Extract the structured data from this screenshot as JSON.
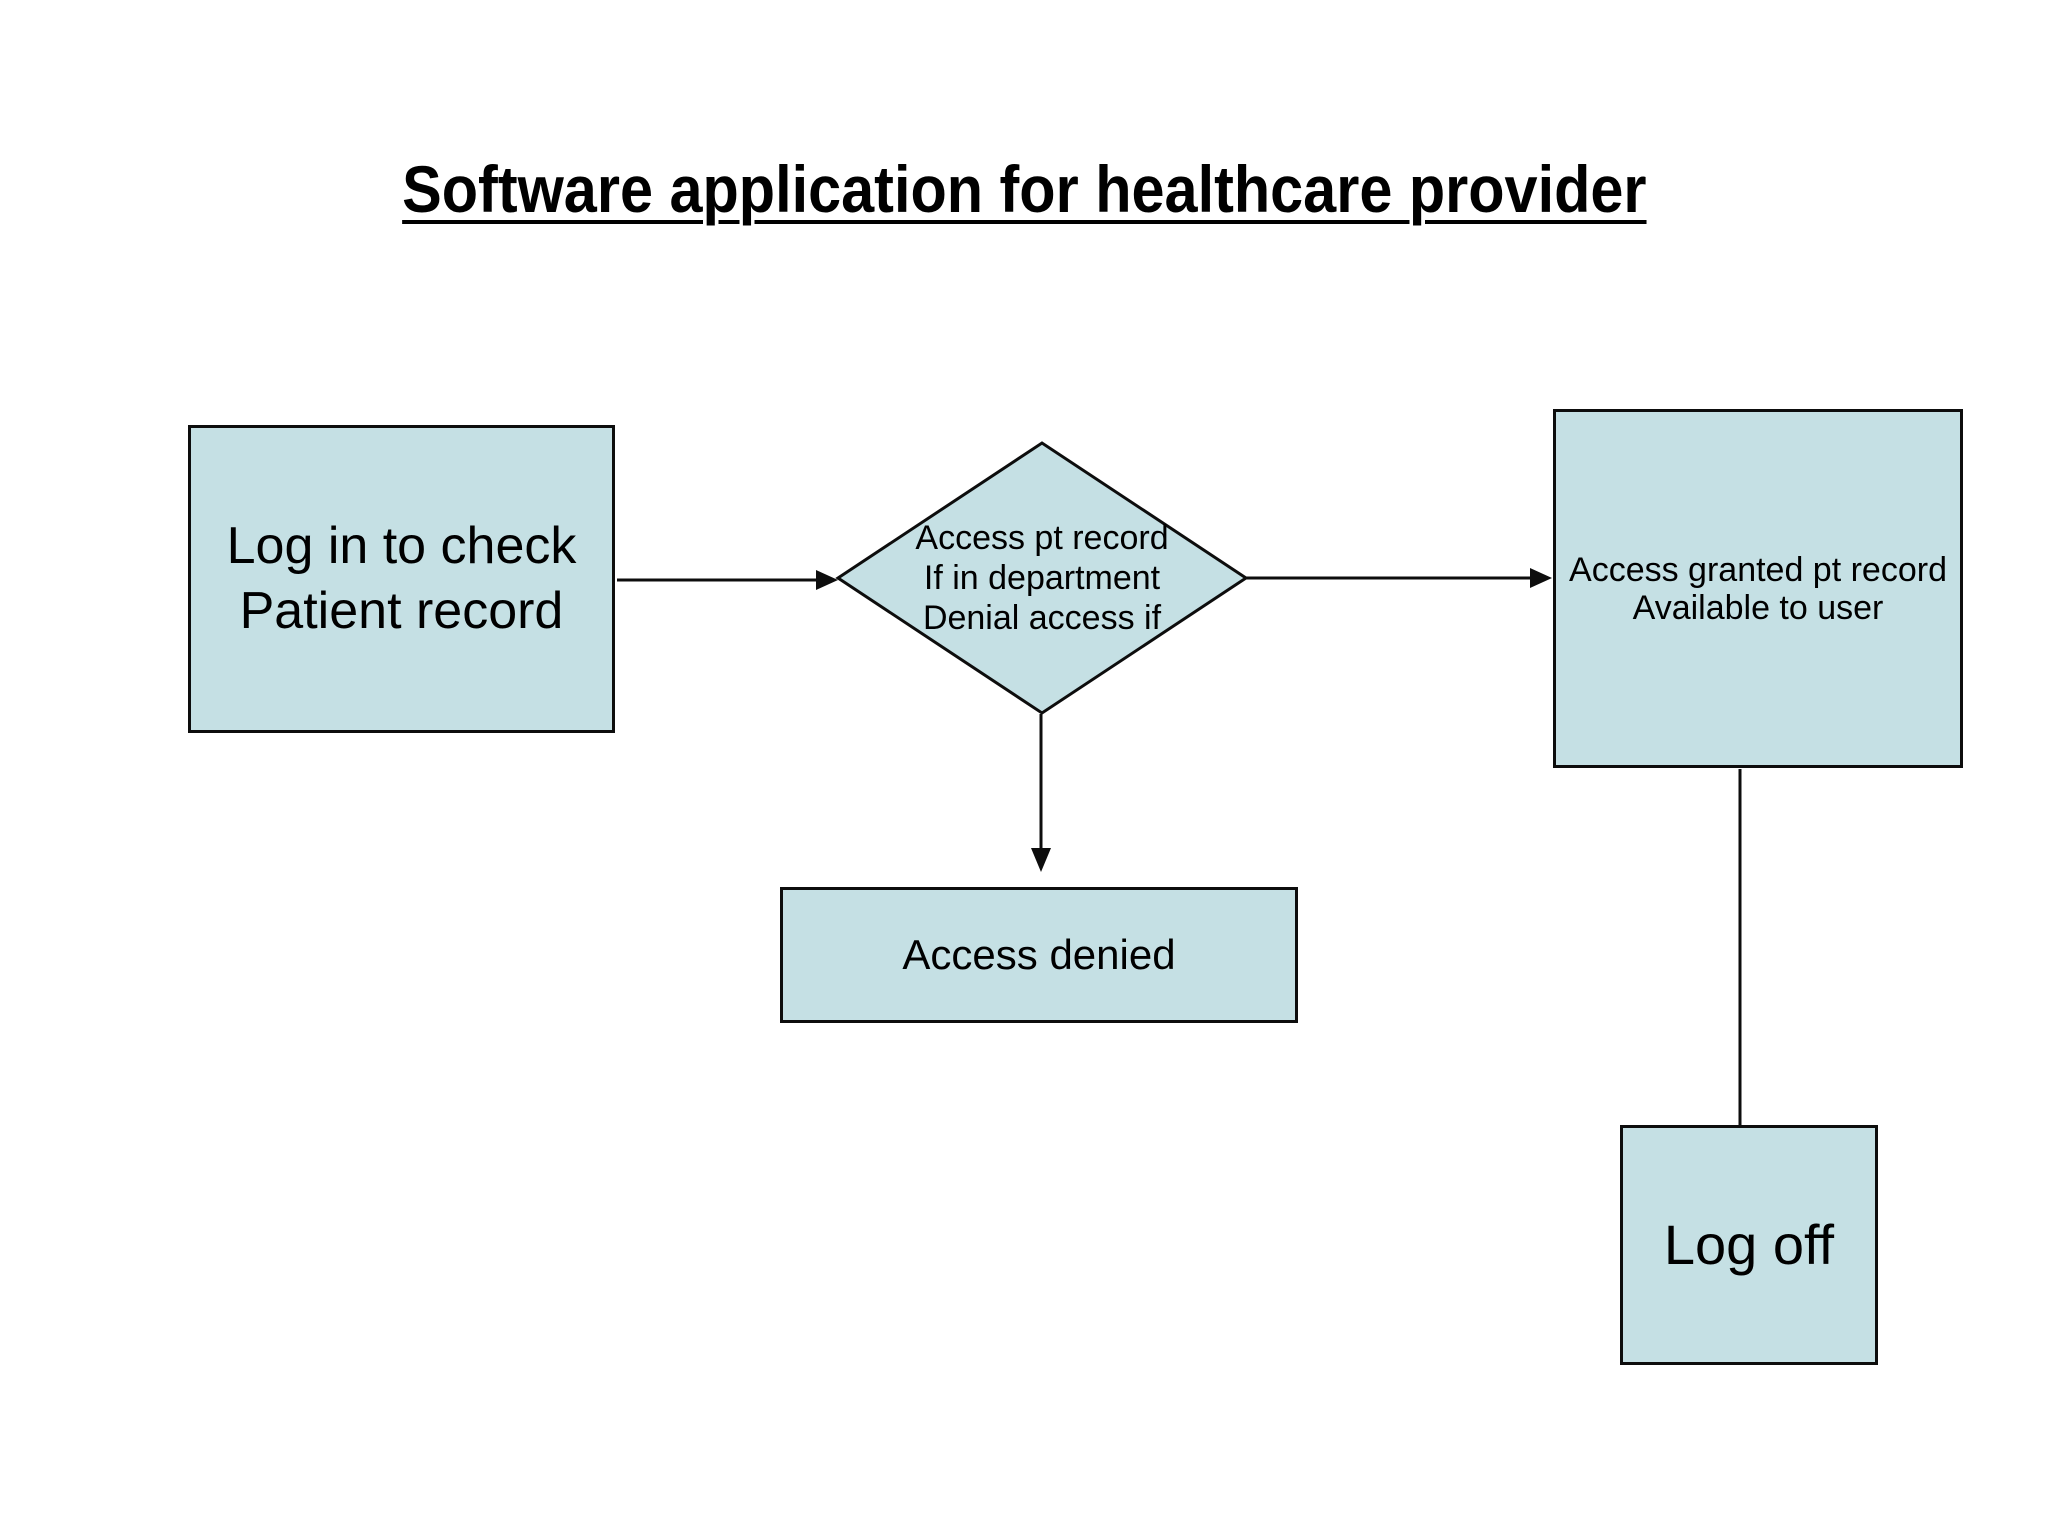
{
  "title": "Software application for healthcare provider",
  "colors": {
    "background": "#ffffff",
    "node_fill": "#c5e0e4",
    "node_border": "#0d0d0d",
    "connector": "#0d0d0d",
    "text": "#000000"
  },
  "nodes": {
    "login": {
      "shape": "rectangle",
      "lines": [
        "Log in to check",
        "Patient record"
      ]
    },
    "decision": {
      "shape": "diamond",
      "lines": [
        "Access pt record",
        "If in department",
        "Denial access if"
      ]
    },
    "granted": {
      "shape": "rectangle",
      "lines": [
        "Access granted pt record",
        "Available to user"
      ]
    },
    "denied": {
      "shape": "rectangle",
      "lines": [
        "Access denied"
      ]
    },
    "logoff": {
      "shape": "rectangle",
      "lines": [
        "Log off"
      ]
    }
  },
  "edges": [
    {
      "from": "login",
      "to": "decision",
      "arrowhead": true
    },
    {
      "from": "decision",
      "to": "granted",
      "arrowhead": true
    },
    {
      "from": "decision",
      "to": "denied",
      "arrowhead": true
    },
    {
      "from": "granted",
      "to": "logoff",
      "arrowhead": false
    }
  ]
}
